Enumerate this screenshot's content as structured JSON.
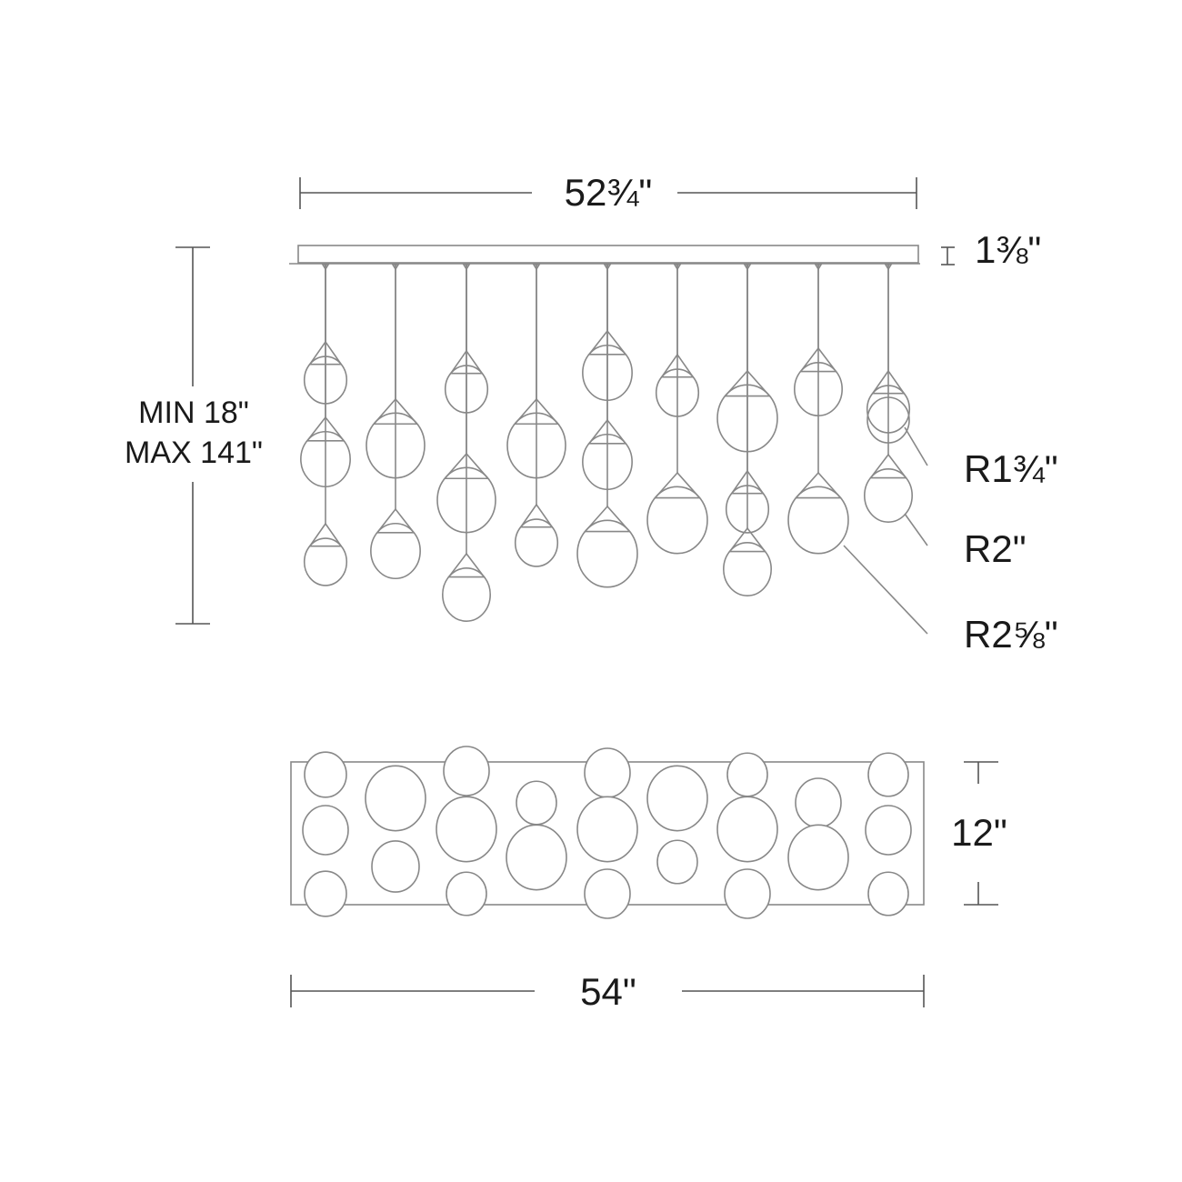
{
  "side_view": {
    "width_label": "52¾\"",
    "canopy_height_label": "1⅜\"",
    "height_min_label": "MIN 18\"",
    "height_max_label": "MAX 141\"",
    "radius_labels": [
      "R1¾\"",
      "R2\"",
      "R2⅝\""
    ]
  },
  "top_view": {
    "depth_label": "12\"",
    "width_label": "54\""
  }
}
